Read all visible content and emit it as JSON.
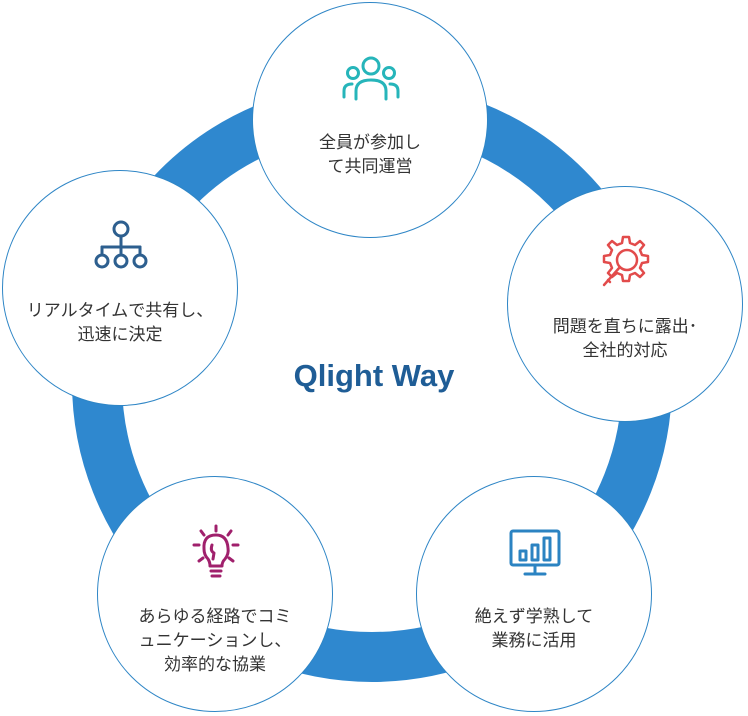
{
  "center_title": "Qlight Way",
  "colors": {
    "ring": "#2f88cf",
    "node_border": "#2f86c6",
    "icon_people": "#26b5ba",
    "icon_gear": "#e24b4b",
    "icon_chart": "#2b83c2",
    "icon_bulb": "#a0206c",
    "icon_tree": "#2d5f8f"
  },
  "nodes": [
    {
      "label": "全員が参加し\nて共同運営",
      "icon": "people-icon"
    },
    {
      "label": "問題を直ちに露出･\n全社的対応",
      "icon": "gear-search-icon"
    },
    {
      "label": "絶えず学熟して\n業務に活用",
      "icon": "monitor-chart-icon"
    },
    {
      "label": "あらゆる経路でコミ\nュニケーションし、\n効率的な協業",
      "icon": "lightbulb-head-icon"
    },
    {
      "label": "リアルタイムで共有し、\n迅速に決定",
      "icon": "hierarchy-icon"
    }
  ]
}
